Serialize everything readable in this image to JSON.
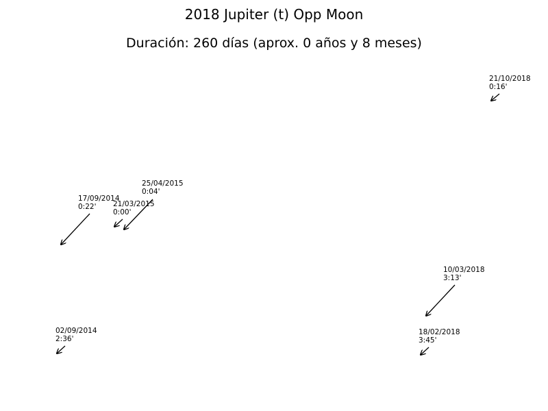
{
  "chart_data": {
    "type": "scatter",
    "title": "2018 Jupiter (t) Opp Moon",
    "subtitle": "Duración: 260 días (aprox. 0 años y 8 meses)",
    "xlabel": "",
    "ylabel": "",
    "grid": false,
    "axes_visible": false,
    "annotations": [
      {
        "date": "02/09/2014",
        "value": "2:36'"
      },
      {
        "date": "17/09/2014",
        "value": "0:22'"
      },
      {
        "date": "21/03/2015",
        "value": "0:00'"
      },
      {
        "date": "25/04/2015",
        "value": "0:04'"
      },
      {
        "date": "18/02/2018",
        "value": "3:45'"
      },
      {
        "date": "10/03/2018",
        "value": "3:13'"
      },
      {
        "date": "21/10/2018",
        "value": "0:16'"
      }
    ]
  },
  "colors": {
    "text": "#000000",
    "background": "#ffffff"
  }
}
